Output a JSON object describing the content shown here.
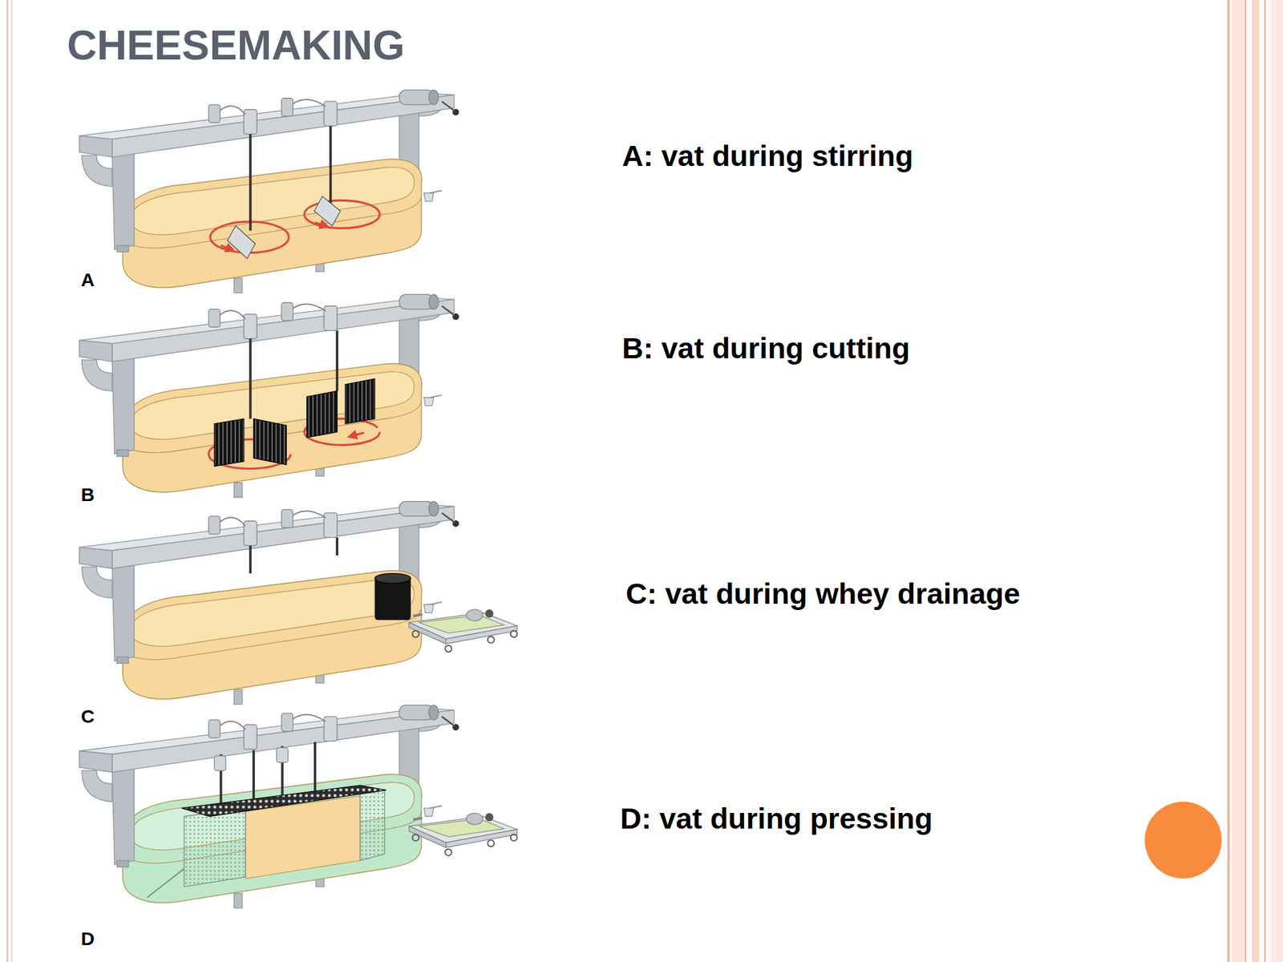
{
  "diagram": {
    "title": "CHEESEMAKING",
    "labels": [
      "A",
      "A: vat during stirring",
      "B",
      "B: vat during cutting",
      "C",
      "C: vat during whey drainage",
      "D",
      "D: vat during pressing"
    ]
  }
}
